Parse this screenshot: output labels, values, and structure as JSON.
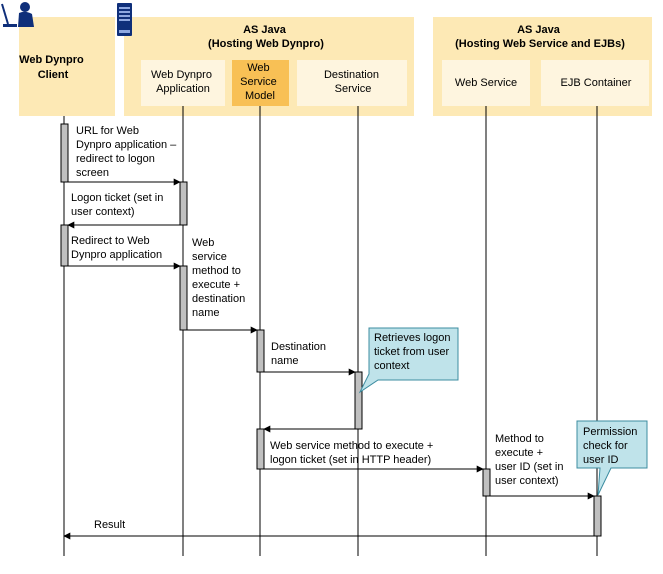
{
  "colors": {
    "container_fill": "#FDE9B5",
    "inner_fill": "#FEF5DF",
    "highlight_fill": "#F8C055",
    "lifeline": "#000000",
    "activation_fill": "#C0C0C0",
    "note_fill": "#BFE3EA",
    "note_border": "#3C8CA0",
    "icon_blue": "#0F2F7A"
  },
  "icons": {
    "user": "user-at-computer-icon",
    "server": "server-tower-icon"
  },
  "participants": {
    "client": [
      "Web Dynpro",
      "Client"
    ],
    "as_java_1_title": [
      "AS Java",
      "(Hosting Web Dynpro)"
    ],
    "as_java_2_title": [
      "AS Java",
      "(Hosting Web Service and EJBs)"
    ],
    "wd_app": [
      "Web Dynpro",
      "Application"
    ],
    "ws_model": [
      "Web",
      "Service",
      "Model"
    ],
    "dest_service": [
      "Destination",
      "Service"
    ],
    "web_service": [
      "Web Service"
    ],
    "ejb_container": [
      "EJB Container"
    ]
  },
  "messages": {
    "m1": [
      "URL for Web",
      "Dynpro application –",
      "redirect to logon",
      "screen"
    ],
    "m2": [
      "Logon ticket (set in",
      "user context)"
    ],
    "m3": [
      "Redirect to Web",
      "Dynpro application"
    ],
    "m4": [
      "Web",
      "service",
      "method to",
      "execute +",
      "destination",
      "name"
    ],
    "m5": [
      "Destination",
      "name"
    ],
    "m6": [
      "Web service method to execute +",
      "logon ticket (set in HTTP header)"
    ],
    "m7": [
      "Method to",
      "execute +",
      "user ID (set in",
      "user context)"
    ],
    "m8": [
      "Result"
    ]
  },
  "notes": {
    "n1": [
      "Retrieves logon",
      "ticket from user",
      "context"
    ],
    "n2": [
      "Permission",
      "check for",
      "user ID"
    ]
  }
}
